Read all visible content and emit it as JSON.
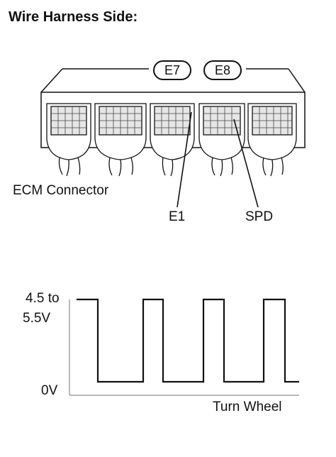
{
  "title": "Wire Harness Side:",
  "connectors": {
    "left_id": "E7",
    "right_id": "E8",
    "ecm_label": "ECM Connector"
  },
  "pins": {
    "ground": "E1",
    "signal": "SPD"
  },
  "waveform": {
    "high_label_line1": "4.5 to",
    "high_label_line2": "5.5V",
    "low_label": "0V",
    "x_label": "Turn Wheel"
  }
}
